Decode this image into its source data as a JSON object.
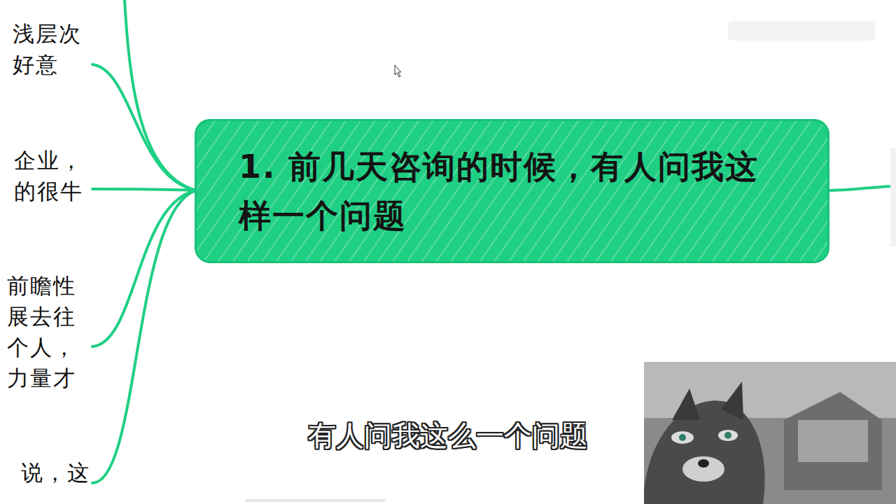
{
  "diagram": {
    "caption": "有人问我这么一个问题",
    "nodes": [
      {
        "text": [
          "1. 前几天咨询的时候，有人问我这样一个问题"
        ]
      }
    ],
    "labels": [
      "浅层次 好意",
      "企业， 的很牛",
      "前瞻性 展去往 个人， 力量才",
      "说，这"
    ]
  }
}
